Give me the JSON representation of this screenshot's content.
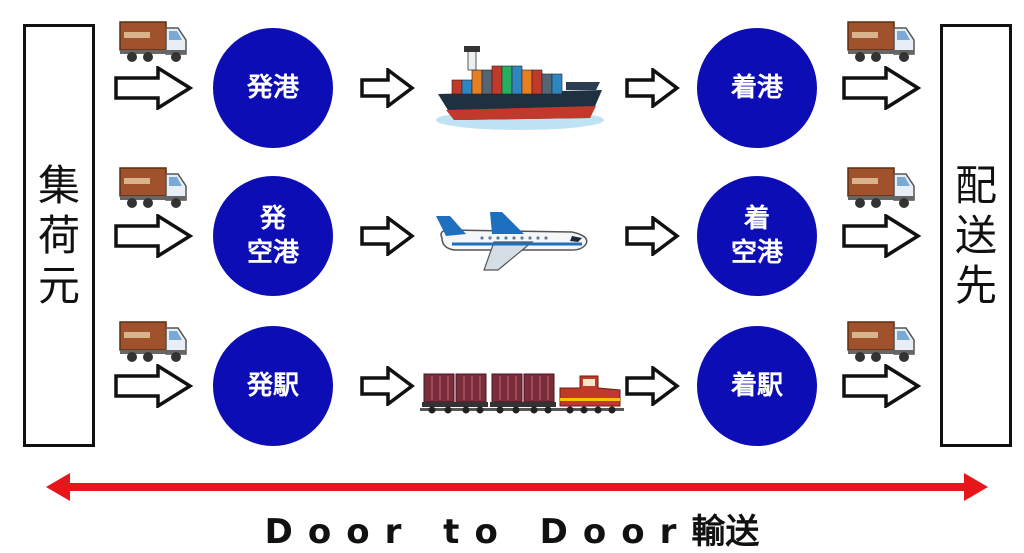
{
  "left_box": {
    "label_chars": [
      "集",
      "荷",
      "元"
    ]
  },
  "right_box": {
    "label_chars": [
      "配",
      "送",
      "先"
    ]
  },
  "routes": [
    {
      "origin": [
        "発港"
      ],
      "destination": [
        "着港"
      ],
      "vehicle_icon": "container-ship-icon"
    },
    {
      "origin": [
        "発",
        "空港"
      ],
      "destination": [
        "着",
        "空港"
      ],
      "vehicle_icon": "airplane-icon"
    },
    {
      "origin": [
        "発駅"
      ],
      "destination": [
        "着駅"
      ],
      "vehicle_icon": "freight-train-icon"
    }
  ],
  "truck_icon": "truck-icon",
  "footer": {
    "latin": "Door to Door",
    "jp": "輸送"
  },
  "colors": {
    "node": "#0d0db5",
    "double_arrow": "#e8161a",
    "outline": "#111111"
  }
}
